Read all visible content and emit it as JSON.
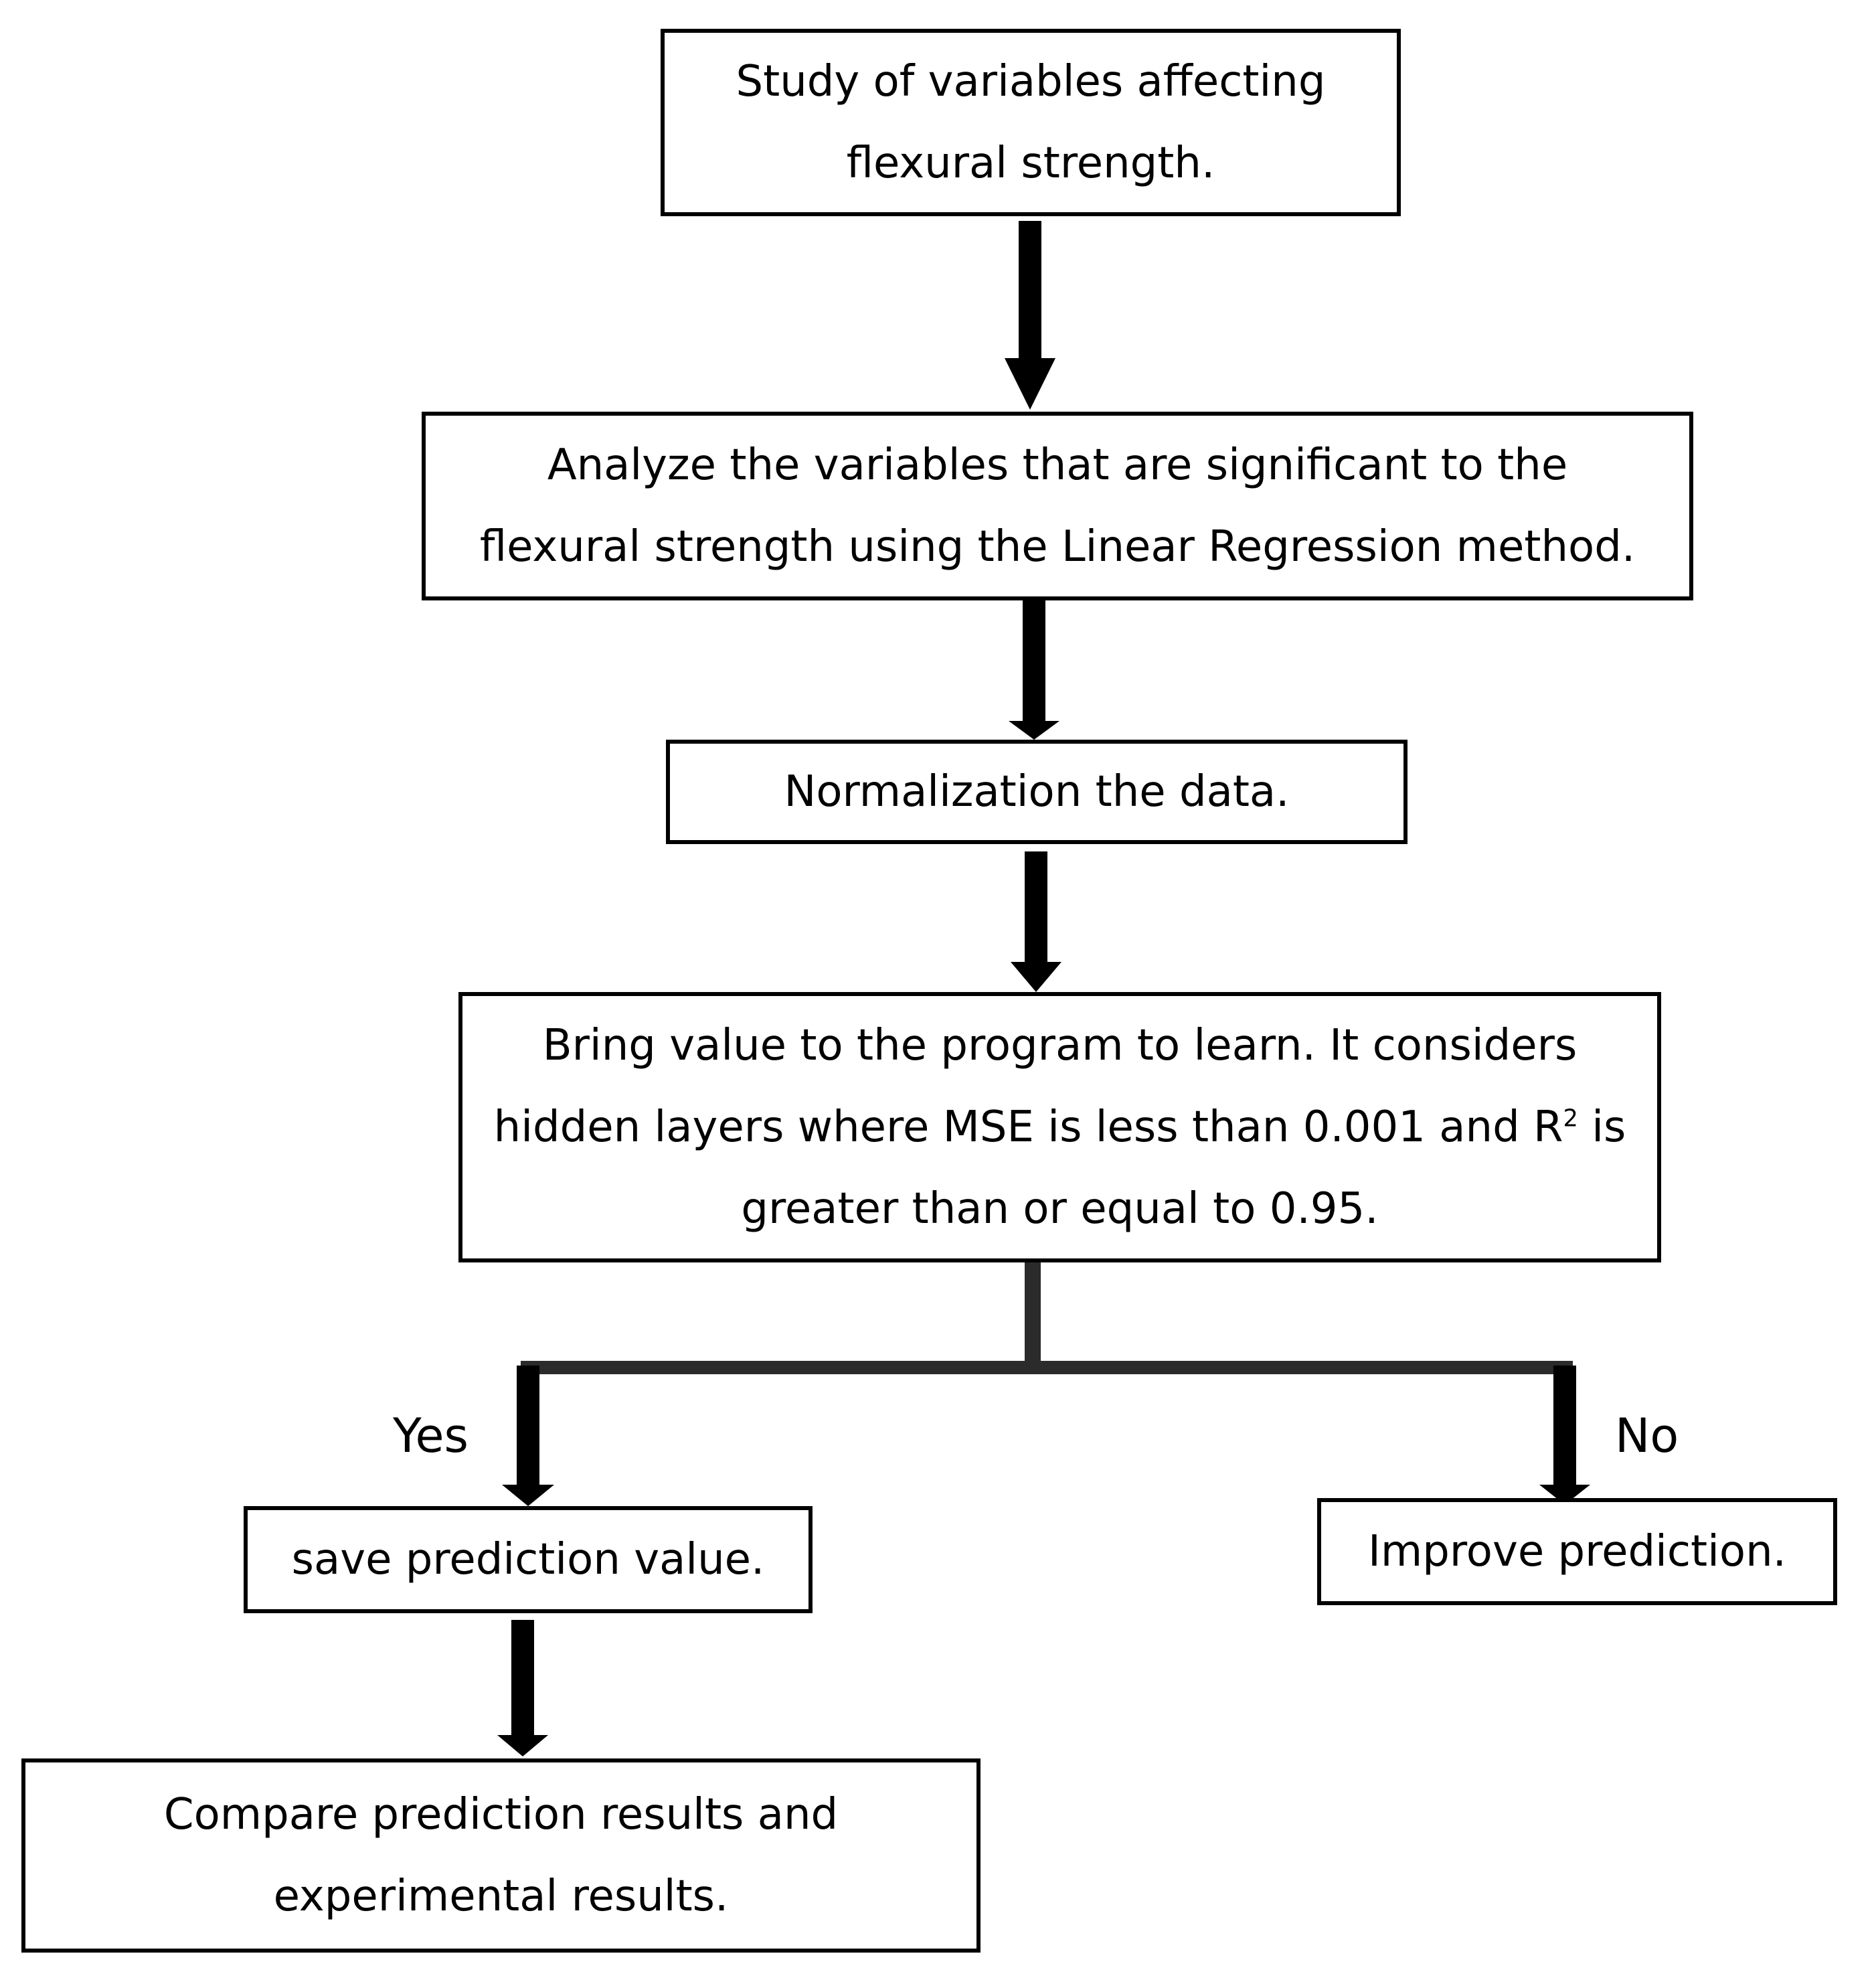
{
  "steps": {
    "study": {
      "line1": "Study of variables affecting",
      "line2": "flexural strength."
    },
    "analyze": {
      "line1": "Analyze the variables that are significant to the",
      "line2": "flexural strength using the Linear Regression method."
    },
    "normalize": {
      "line1": "Normalization the data."
    },
    "learn": {
      "line1": "Bring value to the program to learn. It considers",
      "line2a": "hidden layers where MSE is less than 0.001 and R",
      "line2sup": "2",
      "line2b": " is",
      "line3": "greater than or equal to 0.95."
    },
    "save": {
      "line1": "save prediction value."
    },
    "improve": {
      "line1": "Improve prediction."
    },
    "compare": {
      "line1": "Compare prediction results and",
      "line2": "experimental results."
    }
  },
  "branches": {
    "yes": "Yes",
    "no": "No"
  },
  "colors": {
    "stroke": "#000000",
    "branch_stroke": "#2b2b2b",
    "background": "#ffffff"
  }
}
